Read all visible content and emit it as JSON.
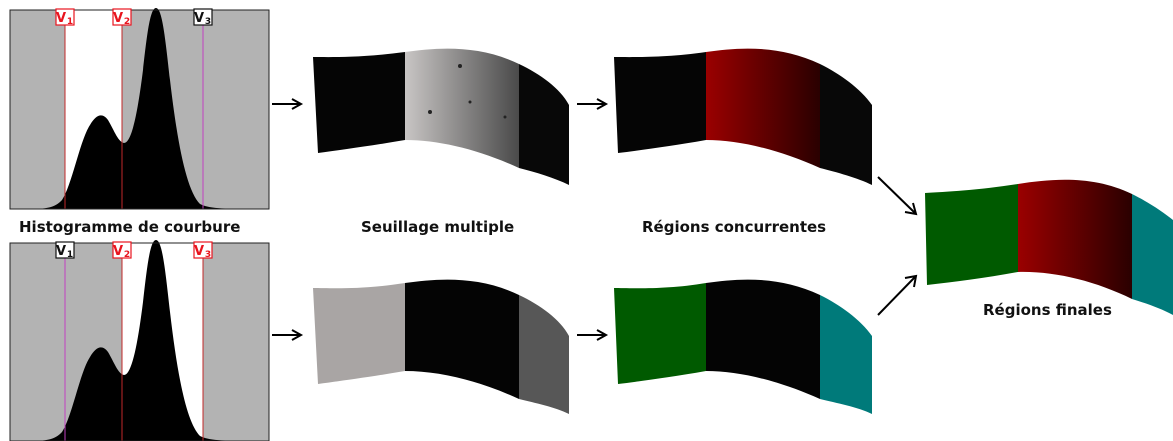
{
  "captions": {
    "histogram": "Histogramme de courbure",
    "thresholding": "Seuillage multiple",
    "competing": "Régions concurrentes",
    "final": "Régions finales"
  },
  "histograms": [
    {
      "row": "top",
      "markers": [
        {
          "label": "V",
          "sub": "1",
          "color": "#e8141e",
          "boxed_color": "#e8141e"
        },
        {
          "label": "V",
          "sub": "2",
          "color": "#e8141e",
          "boxed_color": "#e8141e"
        },
        {
          "label": "V",
          "sub": "3",
          "color": "#111111",
          "boxed_color": "#111111"
        }
      ]
    },
    {
      "row": "bottom",
      "markers": [
        {
          "label": "V",
          "sub": "1",
          "color": "#111111",
          "boxed_color": "#111111"
        },
        {
          "label": "V",
          "sub": "2",
          "color": "#e8141e",
          "boxed_color": "#e8141e"
        },
        {
          "label": "V",
          "sub": "3",
          "color": "#e8141e",
          "boxed_color": "#e8141e"
        }
      ]
    }
  ],
  "colors": {
    "histogram_bg": "#b3b3b3",
    "histogram_selected": "#ffffff",
    "histogram_fill": "#000000",
    "red_line": "#c0282a",
    "magenta_line": "#c040c0",
    "region_green": "#005a00",
    "region_red": "#8c0000",
    "region_teal": "#007a7a",
    "gray_light": "#a9a5a4",
    "gray_mid": "#555555"
  },
  "icons": {
    "arrow": "right-arrow-icon",
    "diag_arrow": "diagonal-arrow-icon"
  }
}
